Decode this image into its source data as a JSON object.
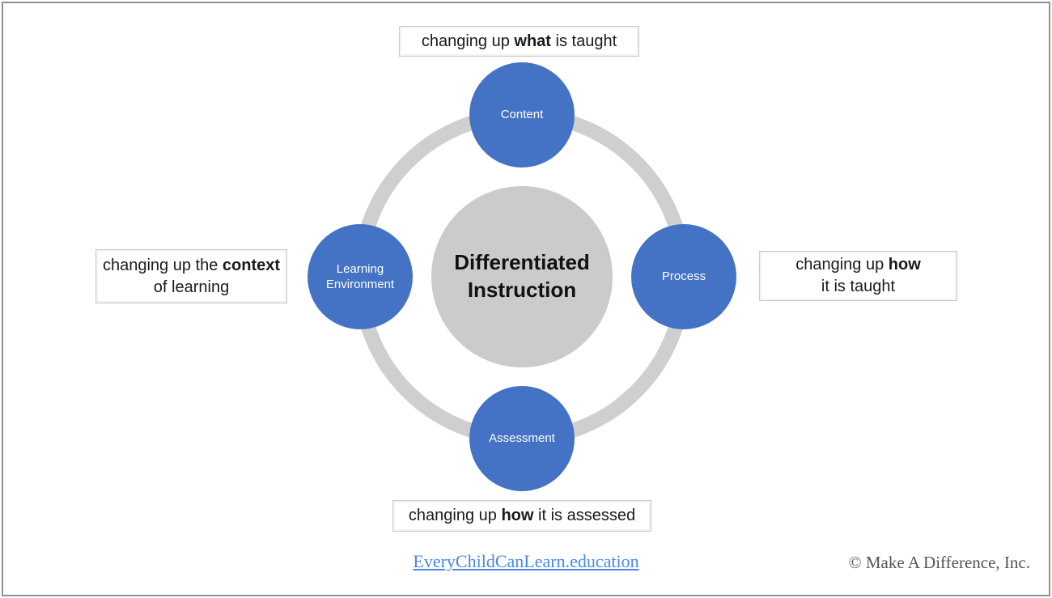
{
  "diagram": {
    "center": {
      "line1": "Differentiated",
      "line2": "Instruction"
    },
    "nodes": {
      "top": {
        "label": "Content"
      },
      "right": {
        "label": "Process"
      },
      "bottom": {
        "label": "Assessment"
      },
      "left": {
        "label": "Learning Environment"
      }
    },
    "callouts": {
      "top": {
        "pre": "changing up ",
        "bold": "what",
        "post": " is taught"
      },
      "right": {
        "pre": "changing up ",
        "bold": "how",
        "post": "",
        "line2": "it is taught"
      },
      "bottom": {
        "pre": "changing up ",
        "bold": "how",
        "post": " it is assessed"
      },
      "left": {
        "pre": "changing up the ",
        "bold": "context",
        "post": "",
        "line2": "of learning"
      }
    },
    "colors": {
      "node_blue": "#4472C4",
      "ring_gray": "#CFCFCF",
      "center_gray": "#CBCBCB"
    }
  },
  "footer": {
    "link": "EveryChildCanLearn.education",
    "link_color": "#4A86E8",
    "copyright": "© Make A Difference, Inc.",
    "copyright_color": "#555555"
  }
}
